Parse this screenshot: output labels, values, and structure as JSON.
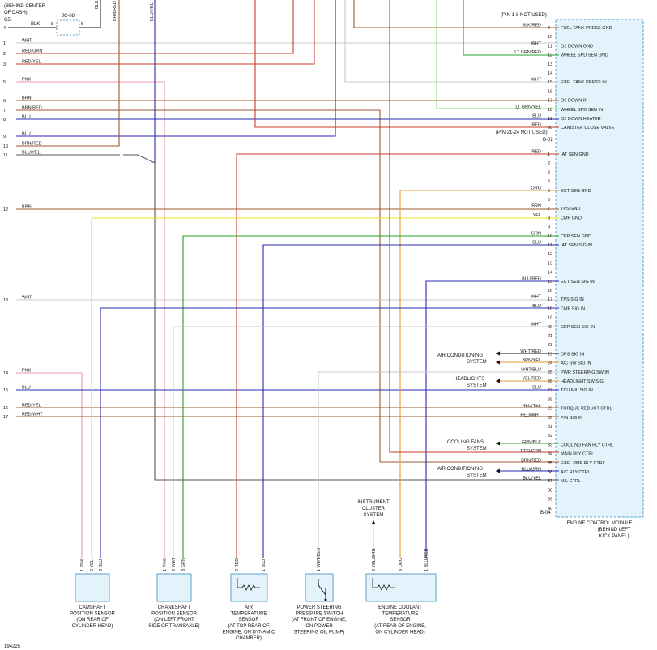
{
  "figure_id": "194225",
  "top_left": {
    "behind_line1": "(BEHIND CENTER",
    "behind_line2": "OF DASH)",
    "g_label": "G5",
    "pin_4": "4",
    "blk": "BLK",
    "jc": "JC-08",
    "pin_8": "8",
    "pin_5": "5"
  },
  "module": {
    "name_line1": "ENGINE CONTROL MODULE",
    "name_line2": "(BEHIND LEFT",
    "name_line3": "KICK PANEL)",
    "b02": "B-02",
    "b04": "B-04",
    "not_used_1": "(PIN 1-8 NOT USED)",
    "not_used_2": "(PIN 21-24 NOT USED)"
  },
  "connector_left": [
    {
      "pin": "1",
      "color": "WHT"
    },
    {
      "pin": "2",
      "color": "RED/GRN"
    },
    {
      "pin": "3",
      "color": "RED/YEL"
    },
    {
      "pin": "5",
      "color": "PNK"
    },
    {
      "pin": "6",
      "color": "BRN"
    },
    {
      "pin": "7",
      "color": "BRN/RED"
    },
    {
      "pin": "8",
      "color": "BLU"
    },
    {
      "pin": "9",
      "color": "BLU"
    },
    {
      "pin": "10",
      "color": "BRN/RED"
    },
    {
      "pin": "11",
      "color": "BLU/YEL"
    },
    {
      "pin": "12",
      "color": "BRN"
    },
    {
      "pin": "13",
      "color": "WHT"
    },
    {
      "pin": "14",
      "color": "PNK"
    },
    {
      "pin": "15",
      "color": "BLU"
    },
    {
      "pin": "16",
      "color": "RED/YEL"
    },
    {
      "pin": "17",
      "color": "RED/WHT"
    }
  ],
  "b02_pins": [
    {
      "pin": "9",
      "color": "BLK/RED",
      "func": "FUEL TANK PRESS GND"
    },
    {
      "pin": "10",
      "color": "",
      "func": ""
    },
    {
      "pin": "11",
      "color": "WHT",
      "func": "O2 DOWN GND"
    },
    {
      "pin": "12",
      "color": "LT GRN/RED",
      "func": "WHEEL SPD SEN GND"
    },
    {
      "pin": "13",
      "color": "",
      "func": ""
    },
    {
      "pin": "14",
      "color": "",
      "func": ""
    },
    {
      "pin": "15",
      "color": "WHT",
      "func": "FUEL TANK PRESS IN"
    },
    {
      "pin": "16",
      "color": "",
      "func": ""
    },
    {
      "pin": "17",
      "color": "",
      "func": "O2 DOWN IN"
    },
    {
      "pin": "18",
      "color": "LT GRN/YEL",
      "func": "WHEEL SPD SEN IN"
    },
    {
      "pin": "19",
      "color": "BLU",
      "func": "O2 DOWN HEATER"
    },
    {
      "pin": "20",
      "color": "RED",
      "func": "CANISTER CLOSE VALVE"
    }
  ],
  "b04_pins": [
    {
      "pin": "1",
      "color": "RED",
      "func": "IAT SEN GND"
    },
    {
      "pin": "2",
      "color": "",
      "func": ""
    },
    {
      "pin": "3",
      "color": "",
      "func": ""
    },
    {
      "pin": "4",
      "color": "",
      "func": ""
    },
    {
      "pin": "5",
      "color": "ORG",
      "func": "ECT SEN GND"
    },
    {
      "pin": "6",
      "color": "",
      "func": ""
    },
    {
      "pin": "7",
      "color": "BRN",
      "func": "TPS GND"
    },
    {
      "pin": "8",
      "color": "YEL",
      "func": "CMP GND"
    },
    {
      "pin": "9",
      "color": "",
      "func": ""
    },
    {
      "pin": "10",
      "color": "GRN",
      "func": "CKP SEN GND"
    },
    {
      "pin": "11",
      "color": "BLU",
      "func": "IAT SEN SIG IN"
    },
    {
      "pin": "12",
      "color": "",
      "func": ""
    },
    {
      "pin": "13",
      "color": "",
      "func": ""
    },
    {
      "pin": "14",
      "color": "",
      "func": ""
    },
    {
      "pin": "15",
      "color": "BLU/RED",
      "func": "ECT SEN SIG IN"
    },
    {
      "pin": "16",
      "color": "",
      "func": ""
    },
    {
      "pin": "17",
      "color": "WHT",
      "func": "TPS SIG IN"
    },
    {
      "pin": "18",
      "color": "BLU",
      "func": "CMP SIG IN"
    },
    {
      "pin": "19",
      "color": "",
      "func": ""
    },
    {
      "pin": "20",
      "color": "WHT",
      "func": "CKP SEN SIG IN"
    },
    {
      "pin": "21",
      "color": "",
      "func": ""
    },
    {
      "pin": "22",
      "color": "",
      "func": ""
    },
    {
      "pin": "23",
      "color": "WHT/RED",
      "func": "DPS SIG IN"
    },
    {
      "pin": "24",
      "color": "BRN/YEL",
      "func": "A/C SW SIG IN"
    },
    {
      "pin": "25",
      "color": "WHT/BLU",
      "func": "PWR STEERING SW IN"
    },
    {
      "pin": "26",
      "color": "YEL/RED",
      "func": "HEADLIGHT SW SIG"
    },
    {
      "pin": "27",
      "color": "BLU",
      "func": "TCU MIL SIG IN"
    },
    {
      "pin": "28",
      "color": "",
      "func": ""
    },
    {
      "pin": "29",
      "color": "RED/YEL",
      "func": "TORQUE REDUCT CTRL"
    },
    {
      "pin": "30",
      "color": "RED/WHT",
      "func": "P/N SIG IN"
    },
    {
      "pin": "31",
      "color": "",
      "func": ""
    },
    {
      "pin": "32",
      "color": "",
      "func": ""
    },
    {
      "pin": "33",
      "color": "GRN/BLK",
      "func": "COOLING FAN RLY CTRL"
    },
    {
      "pin": "34",
      "color": "RED/GRN",
      "func": "MAIN RLY CTRL"
    },
    {
      "pin": "35",
      "color": "BRN/RED",
      "func": "FUEL PMP RLY CTRL"
    },
    {
      "pin": "36",
      "color": "BLU/GRN",
      "func": "A/C RLY CTRL"
    },
    {
      "pin": "37",
      "color": "BLU/YEL",
      "func": "MIL CTRL"
    },
    {
      "pin": "38",
      "color": "",
      "func": ""
    },
    {
      "pin": "39",
      "color": "",
      "func": ""
    },
    {
      "pin": "40",
      "color": "",
      "func": ""
    }
  ],
  "systems": {
    "ac1_line1": "AIR CONDITIONING",
    "ac1_line2": "SYSTEM",
    "headlights_line1": "HEADLIGHTS",
    "headlights_line2": "SYSTEM",
    "fans_line1": "COOLING FANS",
    "fans_line2": "SYSTEM",
    "ac2_line1": "AIR CONDITIONING",
    "ac2_line2": "SYSTEM",
    "cluster_line1": "INSTRUMENT",
    "cluster_line2": "CLUSTER",
    "cluster_line3": "SYSTEM"
  },
  "sensors": [
    {
      "label_lines": [
        "CAMSHAFT",
        "POSITION SENSOR",
        "(ON REAR OF",
        "CYLINDER HEAD)"
      ],
      "pins": [
        "1 PNK",
        "2 YEL",
        "3 BLU"
      ]
    },
    {
      "label_lines": [
        "CRANKSHAFT",
        "POSITION SENSOR",
        "(ON LEFT FRONT",
        "SIDE OF TRANSAXLE)"
      ],
      "pins": [
        "1 PNK",
        "2 WHT",
        "3 GRN"
      ]
    },
    {
      "label_lines": [
        "AIR",
        "TEMPERATURE",
        "SENSOR",
        "(AT TOP REAR OF",
        "ENGINE, ON DYNAMIC",
        "CHAMBER)"
      ],
      "pins": [
        "2 RED",
        "1 BLU"
      ]
    },
    {
      "label_lines": [
        "POWER STEERING",
        "PRESSURE SWITCH",
        "(AT FRONT OF ENGINE,",
        "ON POWER",
        "STEERING OIL PUMP)"
      ],
      "pins": [
        "1 WHT/BLU"
      ]
    },
    {
      "label_lines": [
        "ENGINE COOLANT",
        "TEMPERATURE",
        "SENSOR",
        "(AT REAR OF ENGINE,",
        "ON CYLINDER HEAD)"
      ],
      "pins": [
        "2 YEL/GRN",
        "3 ORG",
        "1 BLU/RED"
      ]
    }
  ],
  "top_wire_labels": {
    "brn_red": "BRN/RED",
    "blu_yel": "BLU/YEL",
    "blk": "BLK"
  },
  "colors": {
    "module_fill": "#e4f3fb",
    "module_border": "#5aa0c8",
    "red": "#c83a2a",
    "brown": "#9a5a2c",
    "blue": "#2a2ab0",
    "pink": "#e79aa9",
    "yellow": "#f2e018",
    "green": "#22a222",
    "orange": "#e39a34",
    "white_wire": "#c8c8c8",
    "light_green": "#8ee07a",
    "gray": "#555555",
    "black": "#111111"
  }
}
